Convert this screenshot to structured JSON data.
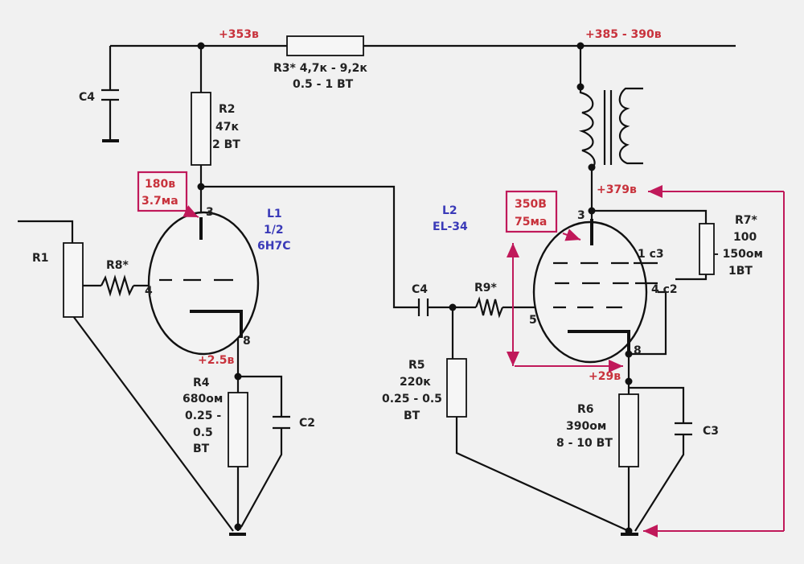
{
  "voltages": {
    "v353": "+353в",
    "v385": "+385 - 390в",
    "v379": "+379в",
    "v25": "+2.5в",
    "v29": "+29в"
  },
  "boxes": {
    "l1_v": "180в",
    "l1_i": "3.7ма",
    "l2_v": "350В",
    "l2_i": "75ма"
  },
  "tubes": {
    "l1_name": "L1",
    "l1_frac": "1/2",
    "l1_type": "6Н7С",
    "l2_name": "L2",
    "l2_type": "EL-34"
  },
  "components": {
    "c4_top": "C4",
    "c4_mid": "C4",
    "c2": "C2",
    "c3": "C3",
    "r1": "R1",
    "r2": "R2",
    "r2_val": "47к",
    "r2_pw": "2 ВТ",
    "r3": "R3* 4,7к - 9,2к",
    "r3_pw": "0.5 - 1 ВТ",
    "r4": "R4",
    "r4_val": "680ом",
    "r4_pw1": "0.25 -",
    "r4_pw2": "0.5",
    "r4_pw3": "ВТ",
    "r5": "R5",
    "r5_val": "220к",
    "r5_pw1": "0.25 - 0.5",
    "r5_pw2": "ВТ",
    "r6": "R6",
    "r6_val": "390ом",
    "r6_pw": "8 - 10 ВТ",
    "r7": "R7*",
    "r7_val1": "100",
    "r7_val2": "- 150ом",
    "r7_pw": "1ВТ",
    "r8": "R8*",
    "r9": "R9*"
  },
  "pins": {
    "l1_p3": "3",
    "l1_p4": "4",
    "l1_p8": "8",
    "l2_p3": "3",
    "l2_p1": "1 с3",
    "l2_p4": "4 с2",
    "l2_p5": "5",
    "l2_p8": "8"
  },
  "colors": {
    "voltage_red": "#c8323c",
    "tube_blue": "#3a3ab8",
    "measure_magenta": "#c0195a"
  }
}
